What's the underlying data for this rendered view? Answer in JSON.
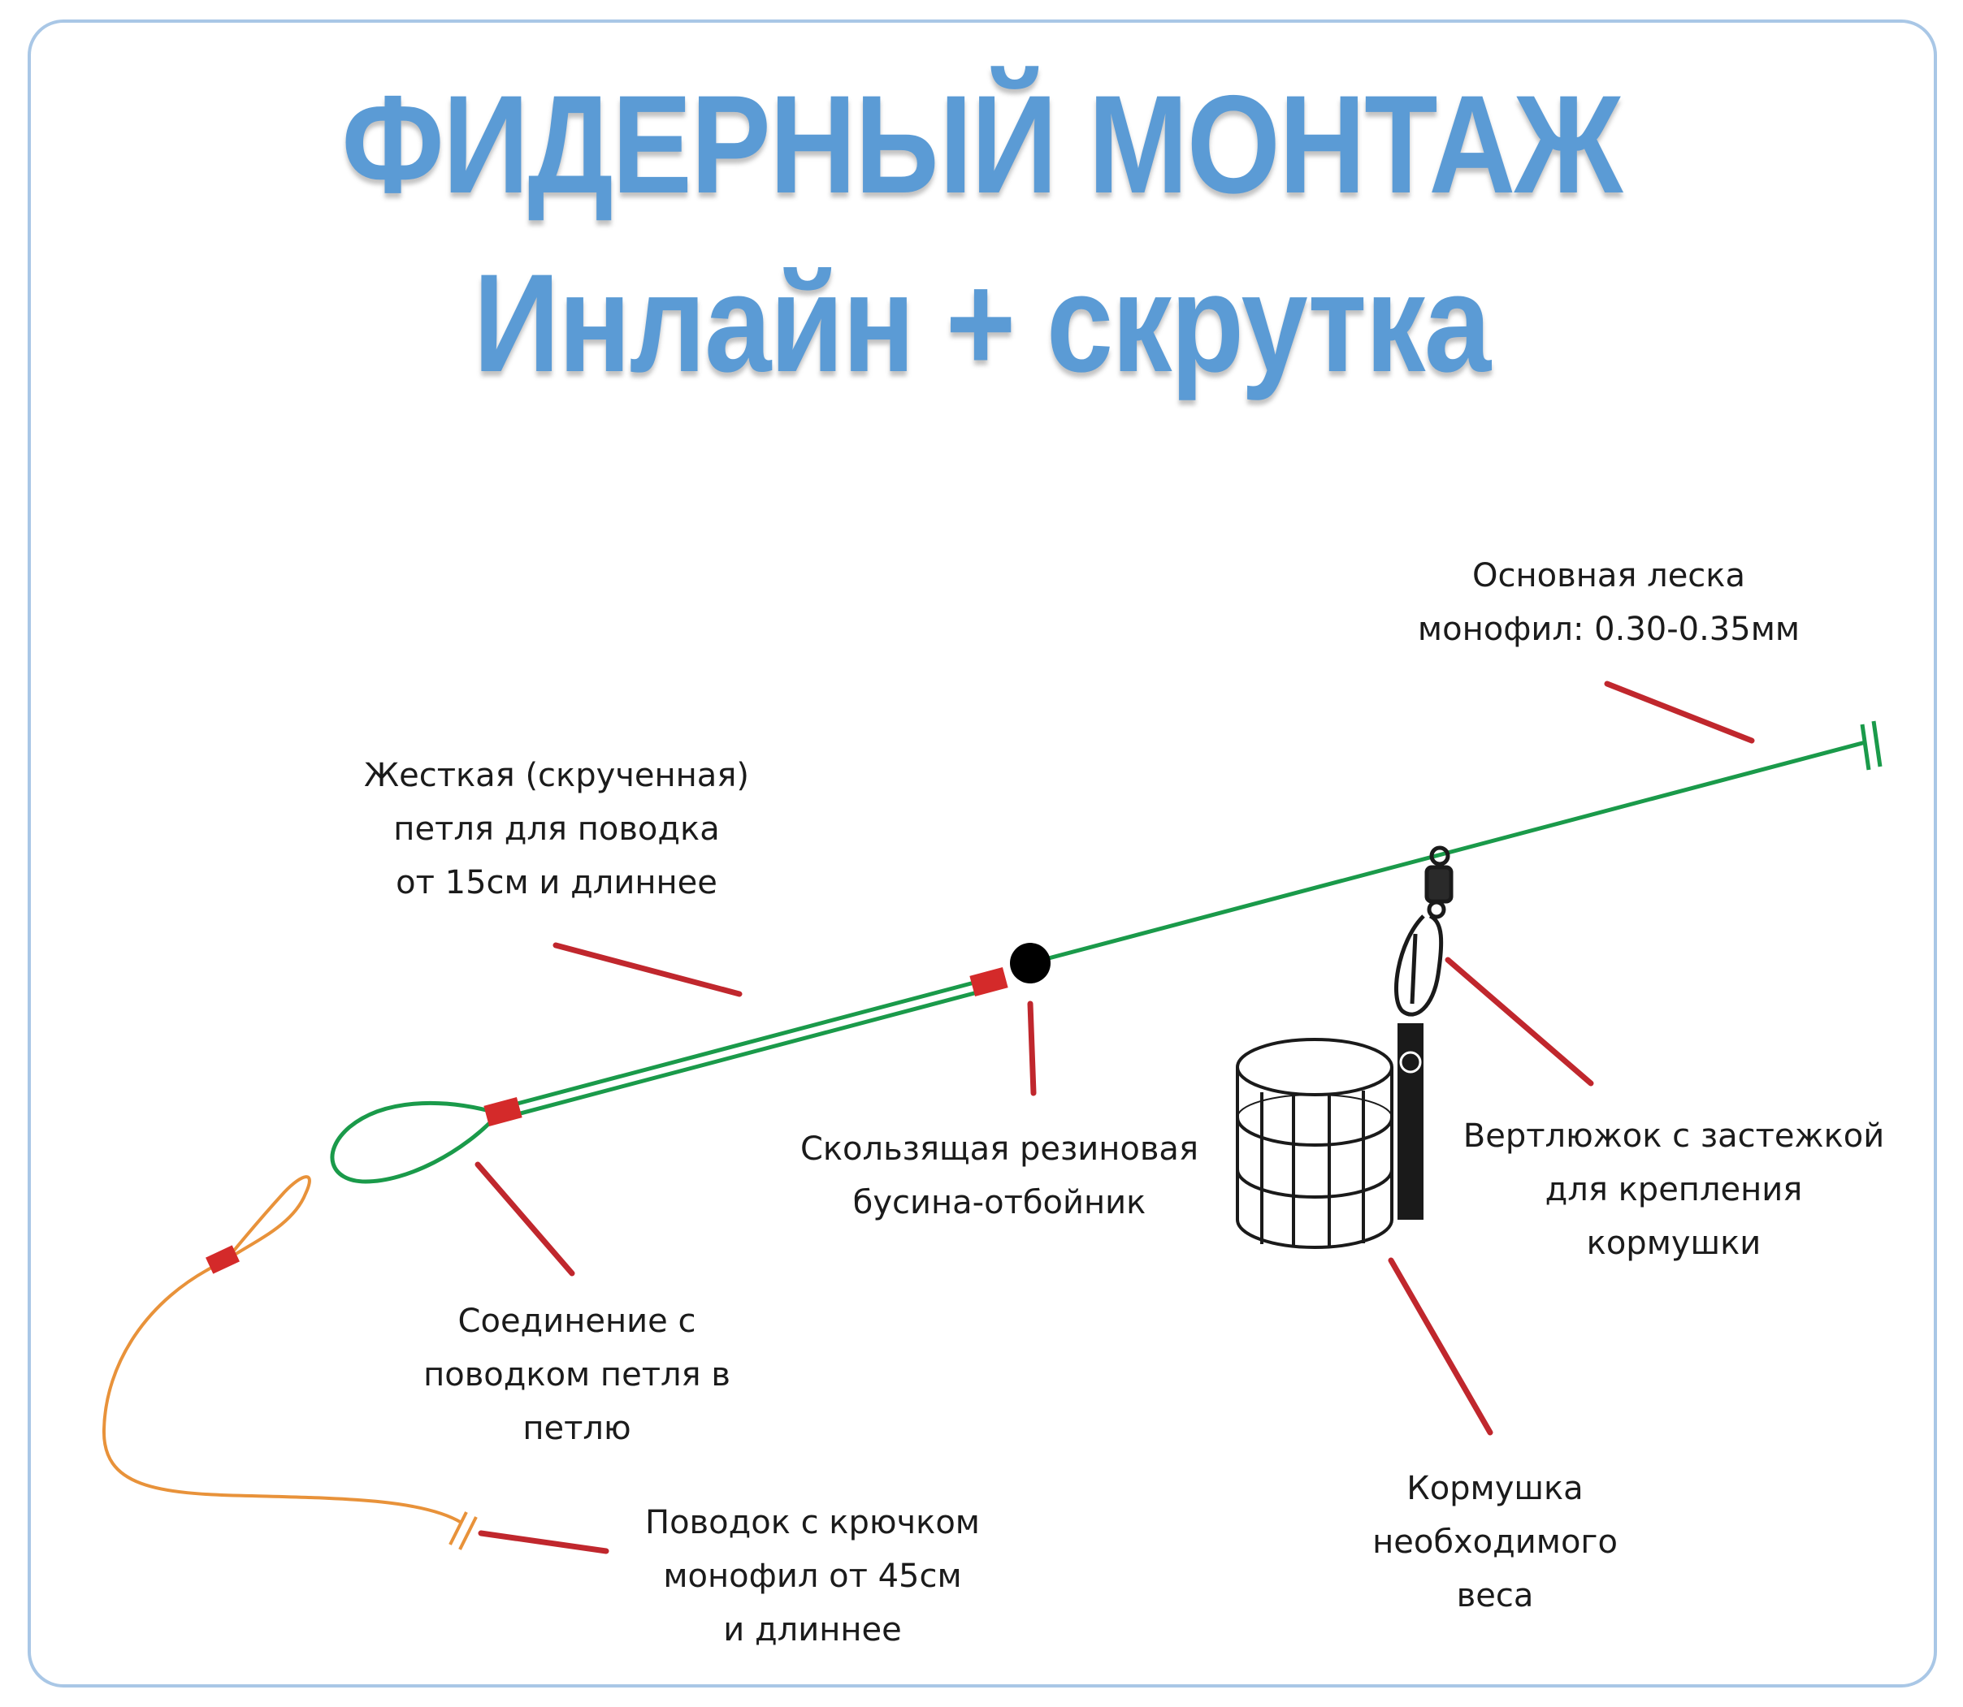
{
  "title": {
    "line1": "ФИДЕРНЫЙ МОНТАЖ",
    "line2": "Инлайн + скрутка"
  },
  "labels": {
    "main_line": [
      "Основная леска",
      "монофил: 0.30-0.35мм"
    ],
    "stiff_loop": [
      "Жесткая (скрученная)",
      "петля для поводка",
      "от 15см и длиннее"
    ],
    "bead": [
      "Скользящая резиновая",
      "бусина-отбойник"
    ],
    "swivel": [
      "Вертлюжок с застежкой",
      "для крепления",
      "кормушки"
    ],
    "loop_connection": [
      "Соединение с",
      "поводком петля в",
      "петлю"
    ],
    "hooklink": [
      "Поводок с крючком",
      "монофил от 45см",
      "и длиннее"
    ],
    "feeder": [
      "Кормушка",
      "необходимого",
      "веса"
    ]
  },
  "colors": {
    "title": "#5b9bd5",
    "main_line": "#1a9a4a",
    "hooklink": "#e8923a",
    "pointer": "#c0272d",
    "sleeve": "#d42a2a",
    "frame": "#a9c7e6"
  },
  "icons": [
    "hook-icon",
    "line-end-icon",
    "bead-icon",
    "swivel-icon",
    "feeder-cage-icon"
  ]
}
